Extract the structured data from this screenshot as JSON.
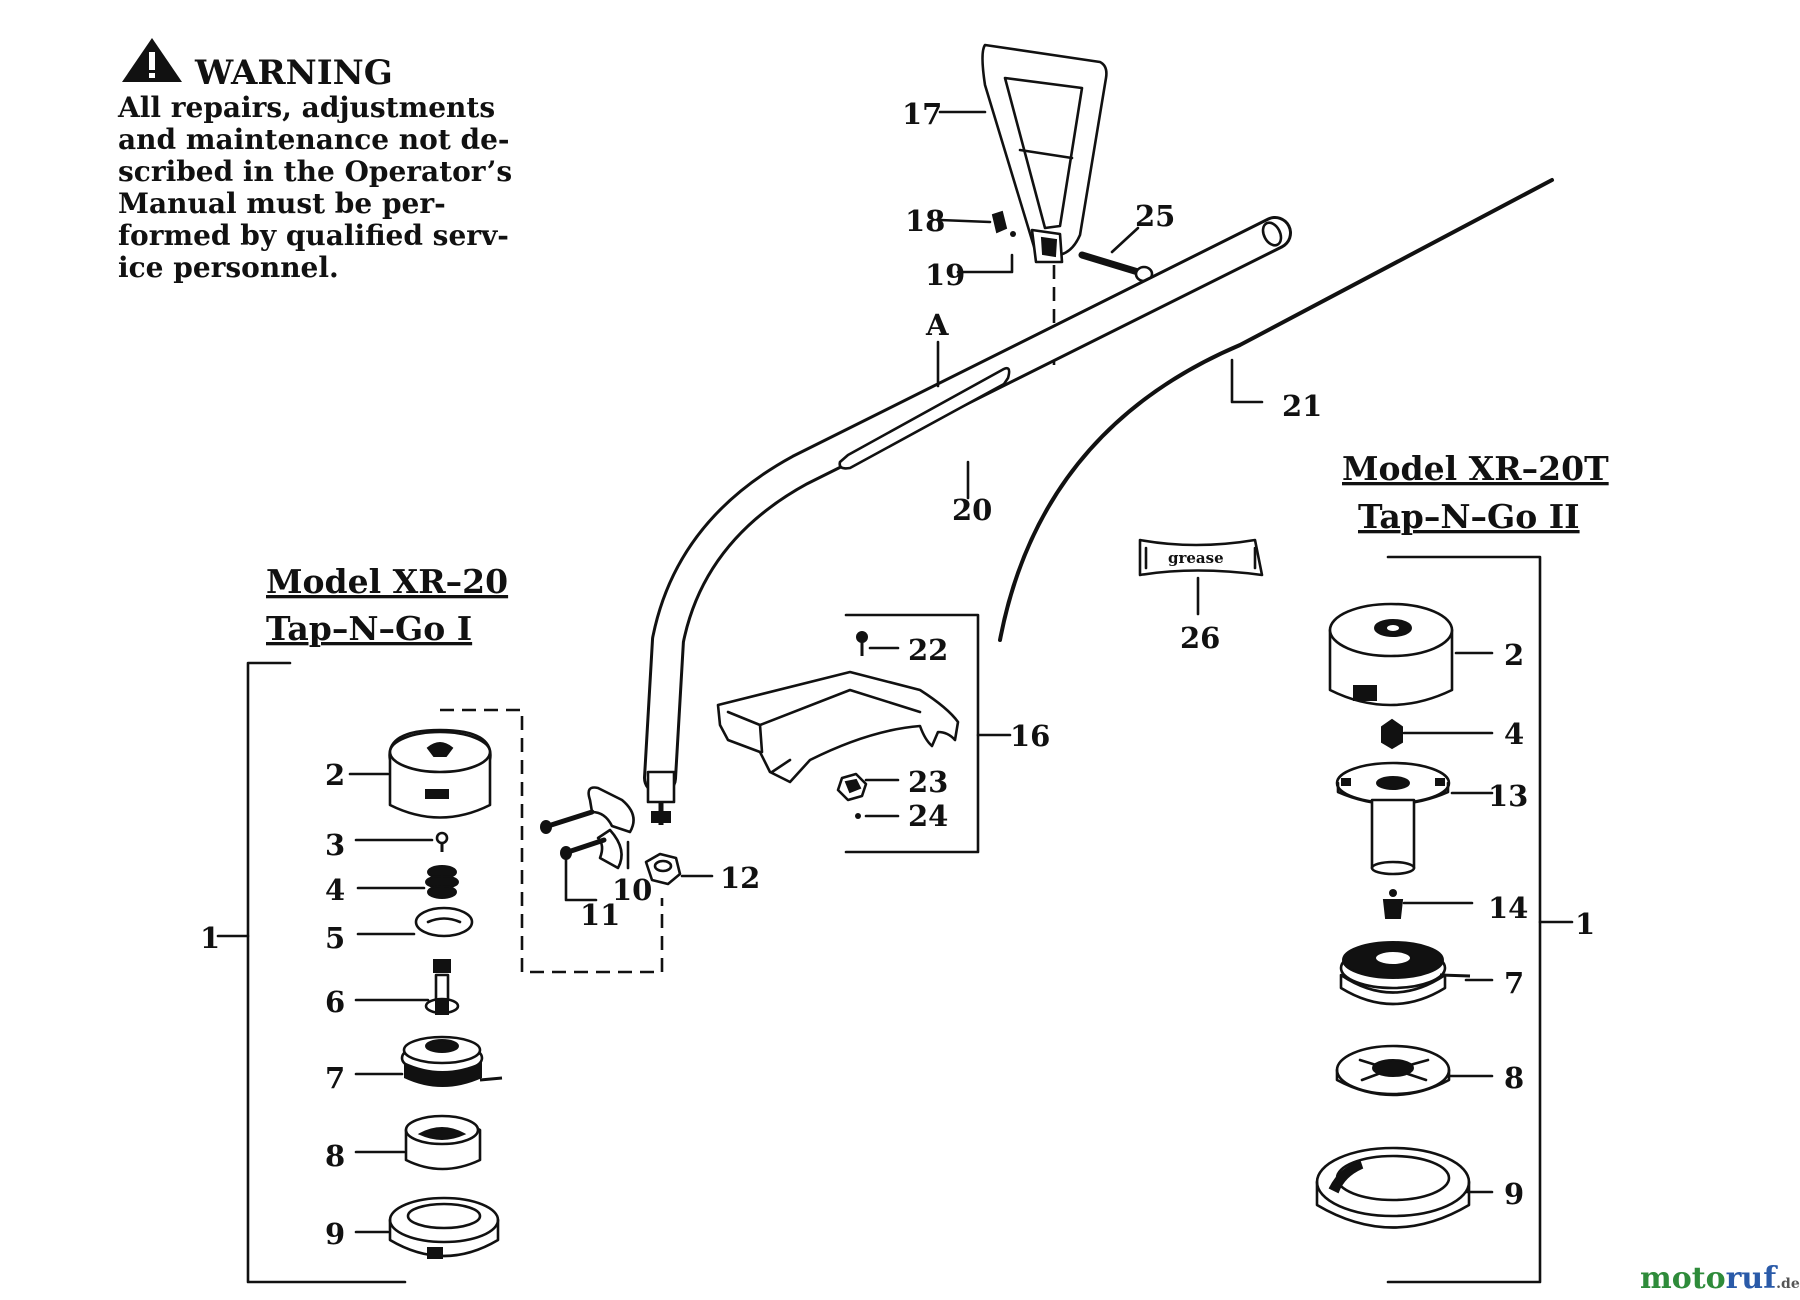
{
  "warning": {
    "heading": "WARNING",
    "lines": [
      "All repairs, adjustments",
      "and maintenance not de-",
      "scribed in the Operator’s",
      "Manual must be per-",
      "formed by qualified serv-",
      "ice personnel."
    ]
  },
  "left_model": {
    "title": "Model XR–20",
    "subtitle": "Tap–N–Go I"
  },
  "right_model": {
    "title": "Model XR–20T",
    "subtitle": "Tap–N–Go II"
  },
  "labels": {
    "l1": "1",
    "l2": "2",
    "l3": "3",
    "l4": "4",
    "l5": "5",
    "l6": "6",
    "l7": "7",
    "l8": "8",
    "l9": "9",
    "c10": "10",
    "c11": "11",
    "c12": "12",
    "c16": "16",
    "c17": "17",
    "c18": "18",
    "c19": "19",
    "c20": "20",
    "c21": "21",
    "c22": "22",
    "c23": "23",
    "c24": "24",
    "c25": "25",
    "c26": "26",
    "cA": "A",
    "r1": "1",
    "r2": "2",
    "r4": "4",
    "r7": "7",
    "r8": "8",
    "r9": "9",
    "r13": "13",
    "r14": "14"
  },
  "grease_label": "grease",
  "watermark": {
    "part1": "moto",
    "part2": "ruf",
    "suffix": ".de"
  },
  "colors": {
    "ink": "#111111",
    "paper": "#ffffff",
    "wm_green": "#2e8b3a",
    "wm_blue": "#2a5aa8",
    "wm_red": "#c83232"
  }
}
